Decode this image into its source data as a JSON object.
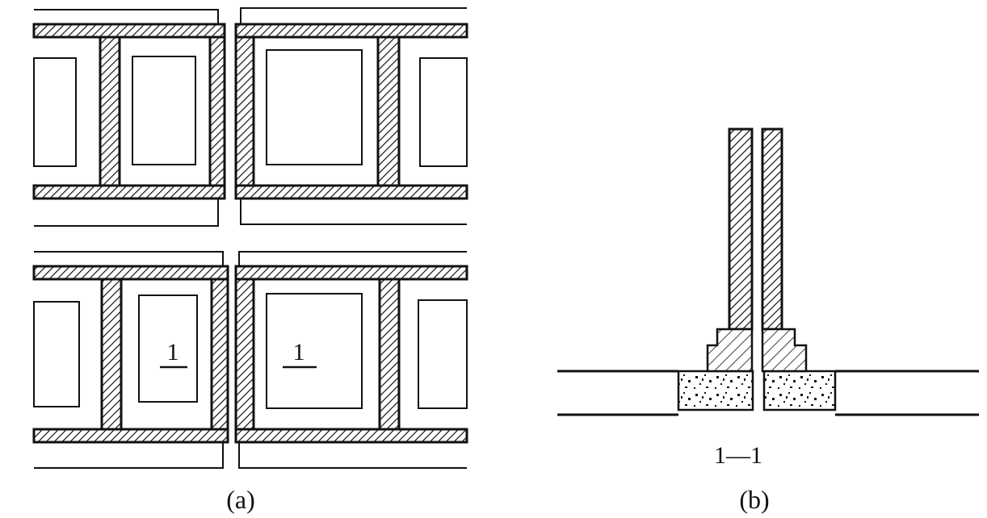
{
  "figure": {
    "panel_a": {
      "caption": "(a)",
      "section_marker": "1"
    },
    "panel_b": {
      "caption": "(b)",
      "section_label": "1—1"
    }
  }
}
